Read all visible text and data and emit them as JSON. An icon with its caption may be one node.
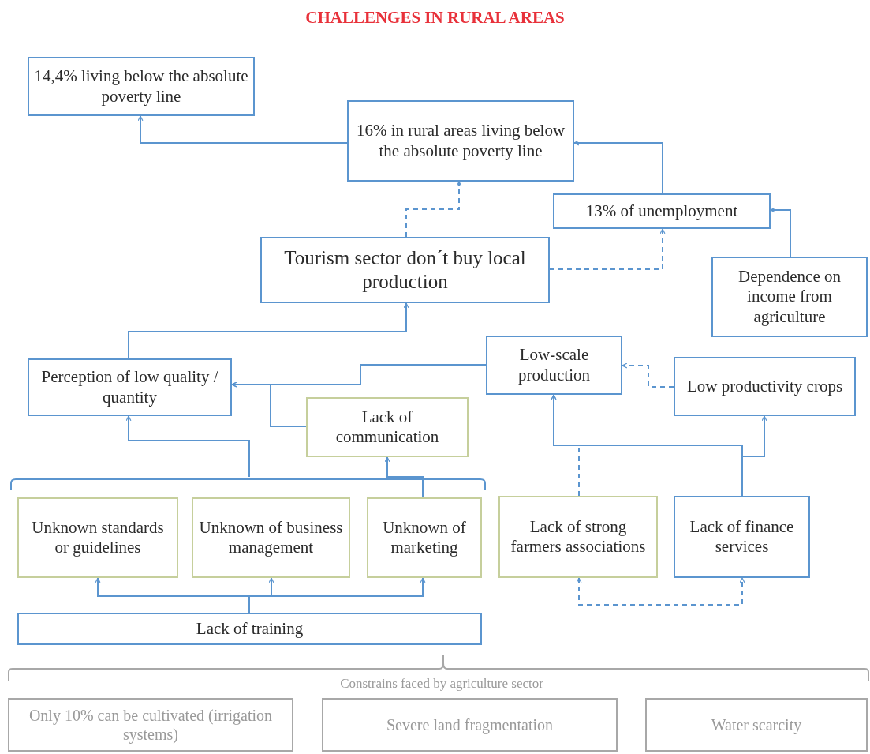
{
  "diagram": {
    "title": "CHALLENGES IN RURAL AREAS",
    "nodes": [
      {
        "text": [
          "14,4% living below the absolute poverty line"
        ]
      },
      {
        "text": [
          "16% in rural areas living below the absolute poverty line"
        ]
      },
      {
        "text": [
          "13% of unemployment"
        ]
      },
      {
        "text": [
          "Tourism sector don´t buy local production"
        ]
      },
      {
        "text": [
          "Dependence on income from agriculture"
        ]
      },
      {
        "text": [
          "Perception of low quality / quantity"
        ]
      },
      {
        "text": [
          "Low-scale production"
        ]
      },
      {
        "text": [
          "Low productivity crops"
        ]
      },
      {
        "text": [
          "Lack of communication"
        ]
      },
      {
        "text": [
          "Unknown standards or guidelines"
        ]
      },
      {
        "text": [
          "Unknown of business management"
        ]
      },
      {
        "text": [
          "Unknown of marketing"
        ]
      },
      {
        "text": [
          "Lack of strong farmers associations"
        ]
      },
      {
        "text": [
          "Lack of finance services"
        ]
      },
      {
        "text": [
          "Lack of training"
        ]
      },
      {
        "text": [],
        "shape": "bracket"
      },
      {
        "text": [
          "Only 10% can be cultivated (irrigation systems)"
        ]
      },
      {
        "text": [
          "Severe land fragmentation"
        ]
      },
      {
        "text": [
          "Water scarcity"
        ]
      }
    ],
    "edges": [
      {
        "from": 1,
        "to": 0,
        "arrow": "to"
      },
      {
        "from": 2,
        "to": 1,
        "arrow": "to"
      },
      {
        "from": 3,
        "to": 1,
        "arrow": "to",
        "style": "dashed"
      },
      {
        "from": 3,
        "to": 2,
        "arrow": "to",
        "style": "dashed"
      },
      {
        "from": 4,
        "to": 2,
        "arrow": "to"
      },
      {
        "from": 5,
        "to": 3,
        "arrow": "to"
      },
      {
        "from": 6,
        "to": 5,
        "arrow": "to"
      },
      {
        "from": 8,
        "to": 5,
        "arrow": "to"
      },
      {
        "from": 7,
        "to": 6,
        "arrow": "to",
        "style": "dashed"
      },
      {
        "from": 15,
        "to": 5,
        "arrow": "to"
      },
      {
        "from": 11,
        "to": 8,
        "arrow": "to"
      },
      {
        "from": 14,
        "to": 9,
        "arrow": "to"
      },
      {
        "from": 14,
        "to": 10,
        "arrow": "to"
      },
      {
        "from": 14,
        "to": 11,
        "arrow": "to"
      },
      {
        "from": 12,
        "to": 6,
        "arrow": "to",
        "style": "dashed"
      },
      {
        "from": 13,
        "to": 6,
        "arrow": "to"
      },
      {
        "from": 13,
        "to": 7,
        "arrow": "to"
      },
      {
        "from": 12,
        "to": 13,
        "arrow": "both",
        "style": "dashed"
      }
    ],
    "labels": [
      "Constrains faced by agriculture sector"
    ]
  }
}
